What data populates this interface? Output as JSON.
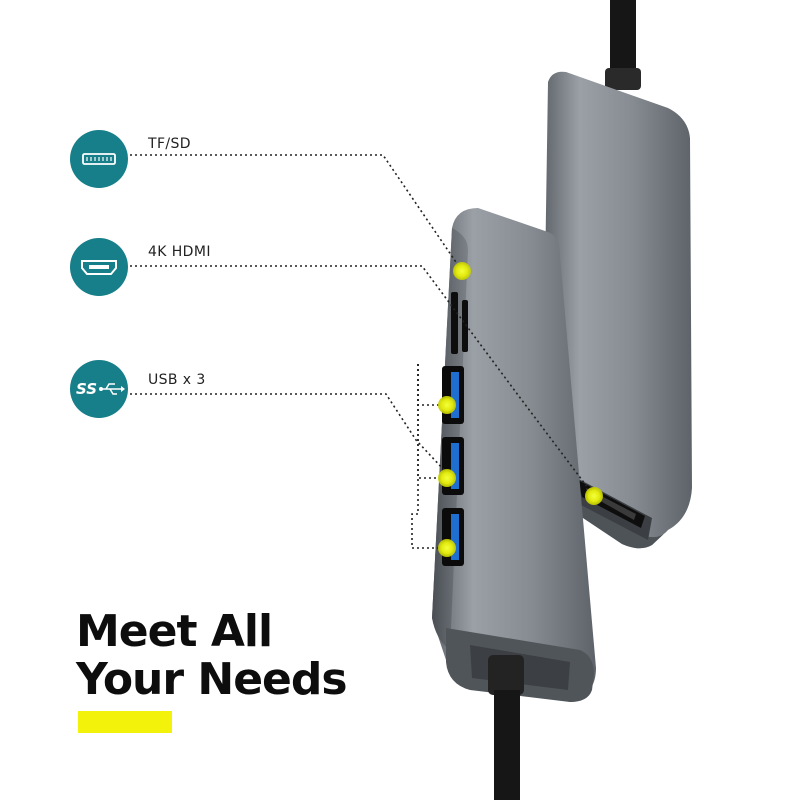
{
  "features": [
    {
      "label": "TF/SD",
      "icon": "sd-card-slot-icon"
    },
    {
      "label": "4K HDMI",
      "icon": "hdmi-port-icon"
    },
    {
      "label": "USB x 3",
      "icon": "usb-superspeed-icon"
    }
  ],
  "headline": {
    "line1": "Meet All",
    "line2": "Your Needs"
  },
  "colors": {
    "badge": "#167f89",
    "accent": "#f2f20a",
    "marker": "#e6ee12",
    "device": "#8e949a",
    "text": "#0d0d0d"
  }
}
